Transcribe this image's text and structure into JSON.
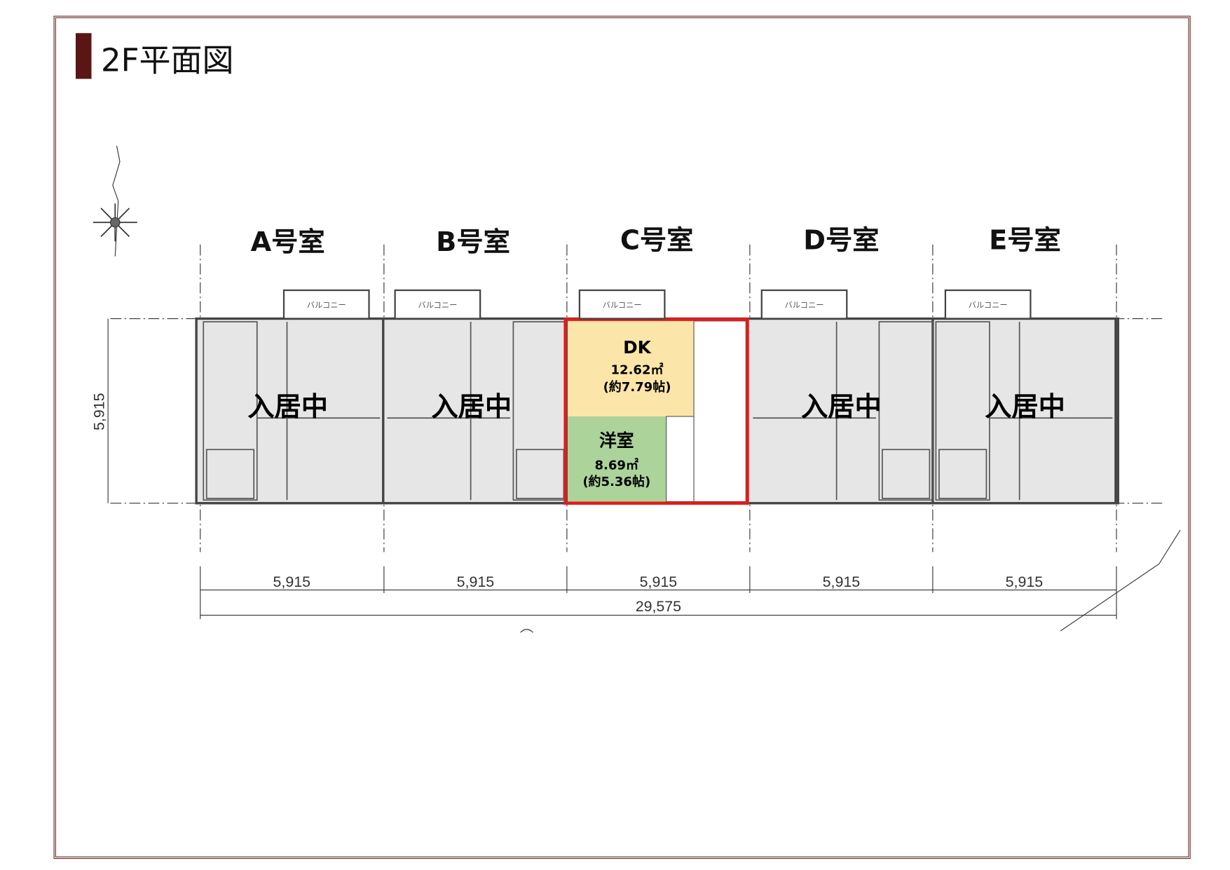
{
  "title": "2F平面図",
  "units": [
    {
      "label": "A号室",
      "status": "入居中",
      "width": "5,915"
    },
    {
      "label": "B号室",
      "status": "入居中",
      "width": "5,915"
    },
    {
      "label": "C号室",
      "status": "",
      "width": "5,915"
    },
    {
      "label": "D号室",
      "status": "入居中",
      "width": "5,915"
    },
    {
      "label": "E号室",
      "status": "入居中",
      "width": "5,915"
    }
  ],
  "balcony_label": "バルコニー",
  "total_width": "29,575",
  "depth": "5,915",
  "highlight": {
    "dk": {
      "name": "DK",
      "area": "12.62㎡",
      "tatami": "(約7.79帖)"
    },
    "western": {
      "name": "洋室",
      "area": "8.69㎡",
      "tatami": "(約5.36帖)"
    }
  },
  "colors": {
    "frame": "#6b2a2a",
    "highlight": "#e31b1b",
    "dk": "#fbe5a8",
    "western": "#acd39a"
  }
}
